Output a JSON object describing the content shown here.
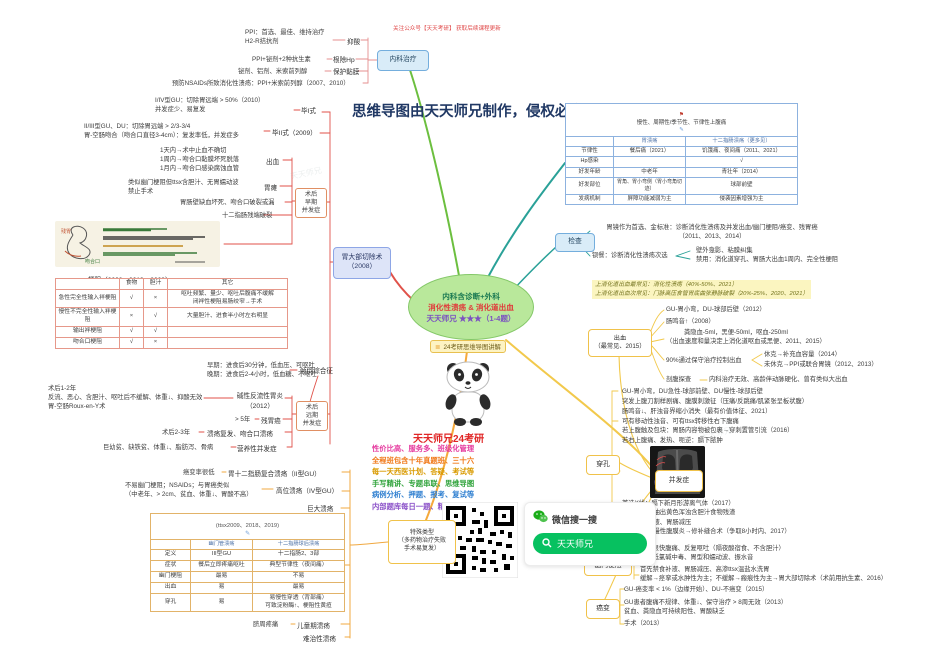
{
  "banner": {
    "text": "关注公众号【天天考研】 获取后续课程更新"
  },
  "copyright": "思维导图由天天师兄制作，侵权必究",
  "watermark": "天天师兄",
  "icons": {
    "flag": "⚑",
    "pencil": "✎",
    "menu": "≣"
  },
  "root": {
    "line1": "内科含诊断+外科",
    "line2": "消化性溃疡 & 消化道出血",
    "line3": "天天师兄 ★★★（1-4题）",
    "tag": "24考研思维导图讲解"
  },
  "internal": {
    "node": "内科治疗",
    "items": [
      {
        "text": "PPI：首选、最佳、维持治疗\nH2-R拮抗剂",
        "label": "抑酸"
      },
      {
        "text": "PPI+铋剂+2种抗生素",
        "label": "根除Hp"
      },
      {
        "text": "铋剂、铝剂、米索前列醇",
        "label": "保护黏膜"
      }
    ],
    "nsaid": "预防NSAIDs所致消化性溃疡：PPI+米索前列醇（2007、2010）"
  },
  "clinical": {
    "title": "慢性、周期性/季节性、节律性上腹痛",
    "cols": [
      "",
      "胃溃疡",
      "十二指肠溃疡（更多见）"
    ],
    "rows": [
      [
        "节律性",
        "餐后痛（2021）",
        "饥饿痛、夜间痛（2011、2021）"
      ],
      [
        "Hp感染",
        "",
        "√"
      ],
      [
        "好发年龄",
        "中老年",
        "青壮年（2014）"
      ],
      [
        "好发部位",
        "胃角、胃小弯侧（胃小弯角切迹）",
        "球部前壁"
      ],
      [
        "发病机制",
        "屏障功能减弱为主",
        "侵袭因素增强为主"
      ]
    ]
  },
  "exam": {
    "node": "检查",
    "gastroscopy": "胃镜作为首选、金标准：诊断消化性溃疡及并发出血/幽门梗阻/癌变、残胃癌\n（2011、2013、2014）",
    "barium": "钡餐：诊断消化性溃疡次选",
    "barium_sub1": "壁外龛影、粘膜纠集",
    "barium_sub2": "禁用：消化道穿孔、胃肠大出血1周内、完全性梗阻",
    "note1": "上消化道出血最常见：消化性溃疡（40%-50%、2021）",
    "note2": "上消化道出血次常见：门脉高压食管胃底曲张静脉破裂（20%-25%、2020、2021）"
  },
  "comp": {
    "node": "并发症",
    "bleeding": {
      "node": "出血\n（最常见、2015）",
      "i1": "GU-胃小弯，DU-球部后壁（2012）",
      "i2": "肠鸣音↑（2008）",
      "i3a": "粪隐血-5ml，黑便-50ml，呕血-250ml",
      "i3b": "（出血速度和量决定上消化道呕血或黑便、2011、2015）",
      "i4": "90%通过保守治疗控制出血",
      "i4a": "休克→补充血容量（2014）",
      "i4b": "未休克→PPI或联合胃镜（2012、2013）",
      "i5": "剖腹探查",
      "i5a": "内科治疗无效、高龄伴动脉硬化、曾有类似大出血"
    },
    "perforation": {
      "node": "穿孔",
      "i1": "GU-胃小弯，DU急性-球部前壁、DU慢性-球部后壁",
      "i2": "突发上腹刀割样剧痛、腹膜刺激征（压痛/反跳痛/肌紧张呈板状腹）\n肠鸣音↓、肝浊音界缩小消失（最有价值体征、2021）\n可有移动性浊音、可有ttsx转移性右下腹痛\n若上腹触及包块：胃肠内容物被包裹→穿刺置管引流（2016）\n若右上腹痛、发热、呃逆：膈下脓肿",
      "xray_label": "膈下游离气体",
      "i3": "首选X线：膈下新月形游离气体（2017）\n腹腔穿刺：抽出黄色浑浊含胆汁食物残渣",
      "i4": "首先禁食补液、胃肠减压\n饱餐后或弥漫性腹膜炎→修补缝合术（争取8小时内、2017）"
    },
    "pyloric": {
      "node": "幽门梗阻",
      "i1": "餐后很快腹痛、反复呕吐（隔夜酸宿食、不含胆汁）\n低钾低氯碱中毒、胃型和蠕动波、振水音",
      "i2": "首先禁食补液、胃肠减压、高渗ttsx温盐水洗胃\n缓解→痉挛或水肿性为主；不缓解→瘢痕性为主→胃大部切除术（术前用抗生素、2016）"
    },
    "cancer": {
      "node": "癌变",
      "i1": "GU-癌变率 < 1%（边缘开始）、DU-不癌变（2015）",
      "i2": "GU患者腹痛不规律、体重↓、保守治疗 > 8周无效（2013）\n贫血、粪隐血可持续阳性、胃酸缺乏",
      "i3": "手术（2013）"
    }
  },
  "surgery": {
    "node": "胃大部切除术\n（2008）",
    "b1": {
      "label": "毕I式",
      "text": "I/IV型GU：切除胃远端 > 50%（2010）\n并发症少、易复发"
    },
    "b2": {
      "label": "毕II式（2009）",
      "text": "II/III型GU、DU：切除胃远端 > 2/3-3/4\n胃-空肠吻合（吻合口直径3-4cm）：复发率低，并发症多"
    },
    "early": {
      "box": "术后\n早期\n并发症",
      "bleed_label": "出血",
      "bleed_text": "1天内→术中止血不确切\n1周内→吻合口黏膜坏死脱落\n1月内→吻合口感染腐蚀血管",
      "paresis_label": "胃瘫",
      "paresis_text": "类似幽门梗阻但ttsx含胆汁、无胃蠕动波\n禁止手术",
      "necrosis": "胃肠壁缺血坏死、吻合口破裂或漏",
      "stump": "十二指肠残端破裂",
      "obstruction_label": "梗阻（2008、2013、2023）"
    },
    "late": {
      "box": "术后\n远期\n并发症",
      "dumping_label": "倾倒综合征",
      "dumping_text": "早期：进食后30分钟，低血压、可呕吐\n晚期：进食后2-4小时，低血糖、不呕吐",
      "reflux_label": "碱性反流性胃炎\n（2012）",
      "reflux_text": "术后1-2年\n反流、恶心、含胆汁、呕吐后不缓解、体重↓、抑酸无效\n胃-空肠Roux-en-Y术",
      "stump_cancer_label": "残胃癌",
      "stump_cancer_text": "> 5年",
      "recur_label": "溃疡复发、吻合口溃疡",
      "recur_text": "术后2-3年",
      "nutrition_label": "营养性并发症",
      "nutrition_text": "巨幼贫、缺铁贫、体重↓、脂肪泻、骨病"
    }
  },
  "tables": {
    "obstruction": {
      "cols": [
        "",
        "食物",
        "胆汁",
        "其它"
      ],
      "rows": [
        [
          "急性完全性输入袢梗阻",
          "√",
          "×",
          "呕吐频繁、量少、呕吐后腹痛不缓解\n闭袢性梗阻易肠绞窄→手术"
        ],
        [
          "慢性不完全性输入袢梗阻",
          "×",
          "√",
          "大量胆汁、进食半小时左右明显"
        ],
        [
          "输出袢梗阻",
          "√",
          "√",
          ""
        ],
        [
          "吻合口梗阻",
          "√",
          "×",
          ""
        ]
      ]
    },
    "special": {
      "title": "(ttsx2009、2018、2019)",
      "cols": [
        "",
        "幽门管溃疡",
        "十二指肠球后溃疡"
      ],
      "rows": [
        [
          "定义",
          "III型GU",
          "十二指肠2、3部"
        ],
        [
          "症状",
          "餐后立即疼痛呕吐",
          "典型节律性（夜间痛）"
        ],
        [
          "幽门梗阻",
          "最易",
          "不易"
        ],
        [
          "出血",
          "易",
          "最易"
        ],
        [
          "穿孔",
          "易",
          "易慢性穿透（背部痛）\n可致淀粉酶↑、梗阻性黄疸"
        ]
      ]
    }
  },
  "special": {
    "node": "特殊类型\n（多药物治疗失败\n手术易复发）",
    "compound_label": "胃十二指肠复合溃疡（II型GU）",
    "compound_text": "癌变率很低",
    "high_label": "高位溃疡（IV型GU）",
    "high_text": "不易幽门梗阻；NSAIDs；与胃癌类似\n（中老年、> 2cm、贫血、体重↓、胃酸不高）",
    "giant": "巨大溃疡",
    "child_label": "儿童期溃疡",
    "child_text": "脐周疼痛",
    "refractory": "难治性溃疡"
  },
  "promo": {
    "title": "天天师兄24考研",
    "lines": [
      {
        "text": "性价比高、服务多、班级化管理",
        "color": "#e5399e"
      },
      {
        "text": "全程班包含十年真题班、三十六",
        "color": "#f07818"
      },
      {
        "text": "每一天西医计划、答疑、考试等",
        "color": "#d99a00"
      },
      {
        "text": "手写精讲、专题串联、思维导图",
        "color": "#2fa33a"
      },
      {
        "text": "病例分析、押题、报考、复试等",
        "color": "#2f7fd0"
      },
      {
        "text": "内部题库每日一题、精选状态班",
        "color": "#8a4fc8"
      }
    ]
  },
  "wechat": {
    "search_title": "微信搜一搜",
    "query": "天天师兄"
  }
}
